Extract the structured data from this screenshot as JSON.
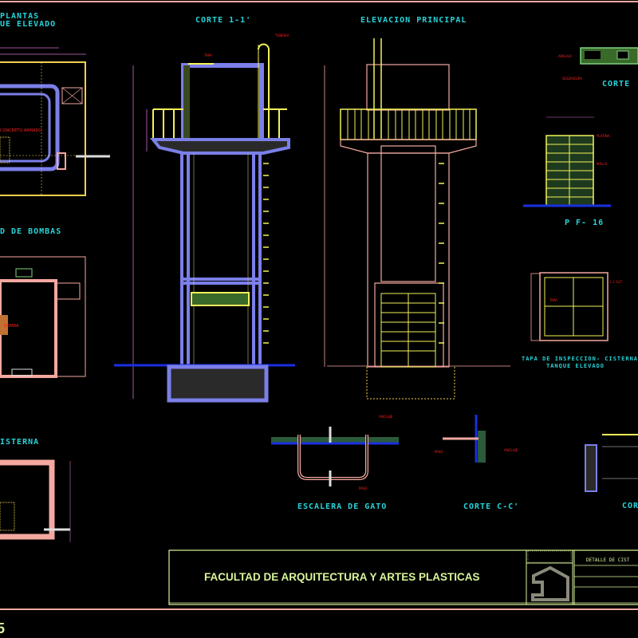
{
  "drawing": {
    "titles": {
      "plantas": "PLANTAS",
      "tanque_elevado_plan": "UE ELEVADO",
      "cuarto_bombas": "D DE BOMBAS",
      "corte_1": "CORTE 1-1'",
      "elevacion": "ELEVACION PRINCIPAL",
      "corte_right": "CORTE",
      "pf16": "P F- 16",
      "tapa_line1": "TAPA DE INSPECCION- CISTERNA",
      "tapa_line2": "TANQUE ELEVADO",
      "cisterna": "ISTERNA",
      "escalera": "ESCALERA DE GATO",
      "corte_cc": "CORTE C-C'",
      "corte_partial": "CORT"
    },
    "colors": {
      "background": "#000000",
      "concrete": "#7b7fe8",
      "railing": "#f2f25a",
      "title_text": "#27d3d8",
      "annotation": "#ff2020",
      "wall_outline": "#f4a8a0",
      "ground": "#1a2fe0",
      "titleblock": "#d8f59a"
    }
  },
  "titleblock": {
    "institution": "FACULTAD DE ARQUITECTURA Y ARTES PLASTICAS",
    "sheet_title": "DETALLE DE CIST",
    "logo": "faua-house-logo"
  },
  "sheet_number": "5"
}
